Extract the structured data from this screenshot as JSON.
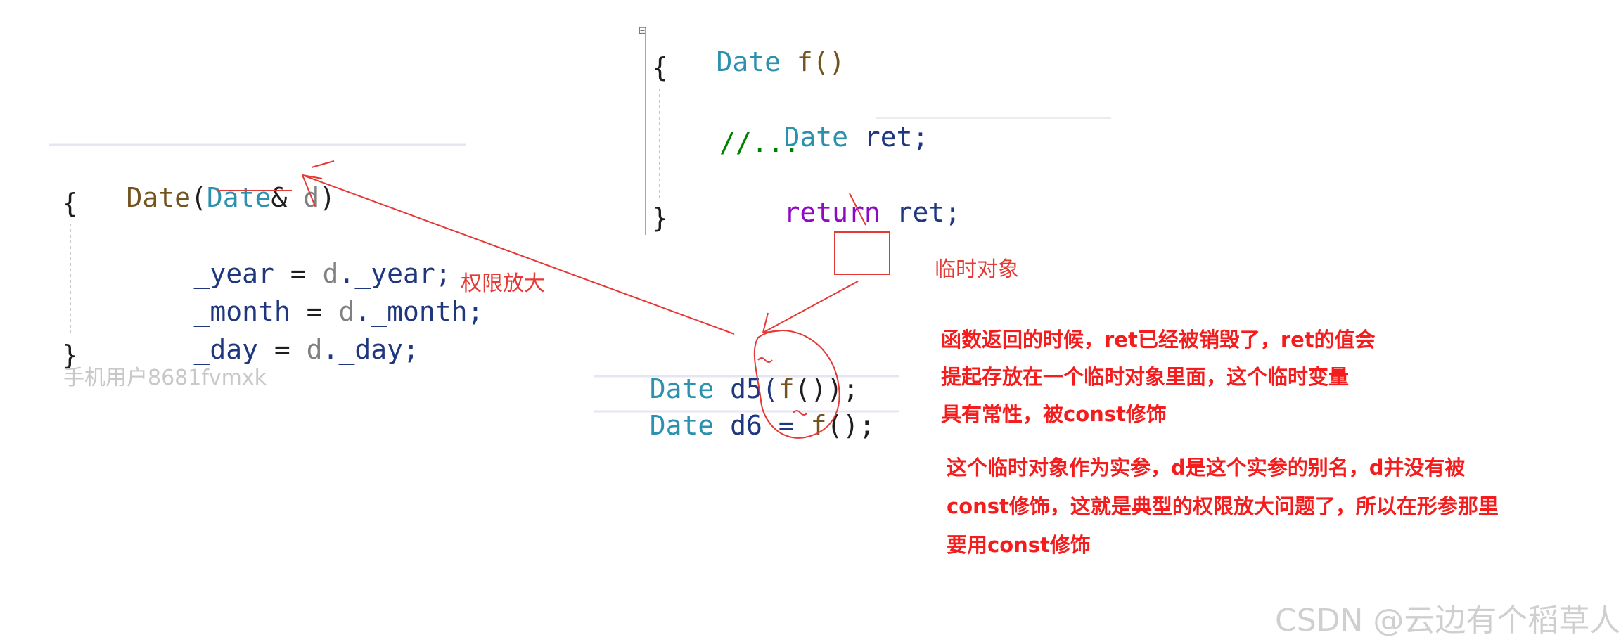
{
  "copy_ctor": {
    "signature": {
      "type": "Date",
      "open": "(",
      "param_type": "Date",
      "amp": "& ",
      "param": "d",
      "close": ")"
    },
    "open_brace": "{",
    "lines": [
      {
        "field": "_year",
        "eq": " = ",
        "obj": "d",
        "member": "._year;"
      },
      {
        "field": "_month",
        "eq": " = ",
        "obj": "d",
        "member": "._month;"
      },
      {
        "field": "_day",
        "eq": " = ",
        "obj": "d",
        "member": "._day;"
      }
    ],
    "close_brace": "}"
  },
  "func_f": {
    "collapse_marker": "⊟",
    "type": "Date",
    "name": " f()",
    "open_brace": "{",
    "decl_type": "Date",
    "decl_var": " ret;",
    "comment": "//...",
    "return_kw": "return",
    "return_var": " ret;",
    "close_brace": "}"
  },
  "calls": {
    "d5": {
      "type": "Date",
      "rest": " d5(",
      "fn": "f",
      "tail": "());"
    },
    "d6": {
      "type": "Date",
      "rest": " d6 = ",
      "fn": "f",
      "tail": "();"
    }
  },
  "annotations": {
    "privilege_label": "权限放大",
    "temp_object_label": "临时对象",
    "explain1": [
      "函数返回的时候，ret已经被销毁了，ret的值会",
      "提起存放在一个临时对象里面，这个临时变量",
      "具有常性，被const修饰"
    ],
    "explain2": [
      "这个临时对象作为实参，d是这个实参的别名，d并没有被",
      "const修饰，这就是典型的权限放大问题了，所以在形参那里",
      "要用const修饰"
    ]
  },
  "watermark_user": "手机用户8681fvmxk",
  "watermark_site": "CSDN @云边有个稻草人",
  "colors": {
    "annotation_red": "#e53935",
    "type_blue": "#2b91af",
    "keyword_purple": "#8f08c4",
    "comment_green": "#008000",
    "function_brown": "#74531f",
    "variable_navy": "#1f377f"
  }
}
